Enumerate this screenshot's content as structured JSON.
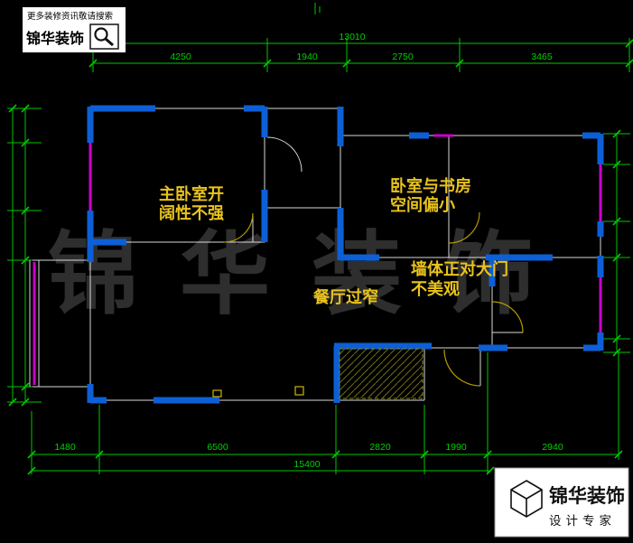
{
  "header": {
    "slogan": "更多装修资讯敬请搜索",
    "brand": "锦华装饰",
    "search_icon": "magnifier-icon"
  },
  "watermark": {
    "text": "锦华装饰"
  },
  "annotations": {
    "master": {
      "line1": "主卧室开",
      "line2": "阔性不强"
    },
    "study": {
      "line1": "卧室与书房",
      "line2": "空间偏小"
    },
    "entry_wall": {
      "line1": "墙体正对大门",
      "line2": "不美观"
    },
    "dining": {
      "line1": "餐厅过窄"
    }
  },
  "dims": {
    "top": {
      "total": "13010",
      "segments": [
        "4250",
        "1940",
        "2750",
        "3465"
      ]
    },
    "bottom": {
      "total": "15400",
      "segments": [
        "1480",
        "6500",
        "2820",
        "1990",
        "2940"
      ]
    }
  },
  "footer": {
    "brand": "锦华装饰",
    "subtitle": "设计专家",
    "logo_icon": "cube-icon"
  },
  "colors": {
    "background": "#000000",
    "wall_blue": "#0d5fd6",
    "window_magenta": "#cc00cc",
    "dimension_green": "#00c800",
    "annotation_yellow": "#e9c31d",
    "watermark_gray": "#2e2e2e",
    "panel_white": "#ffffff",
    "ink_black": "#000000"
  }
}
